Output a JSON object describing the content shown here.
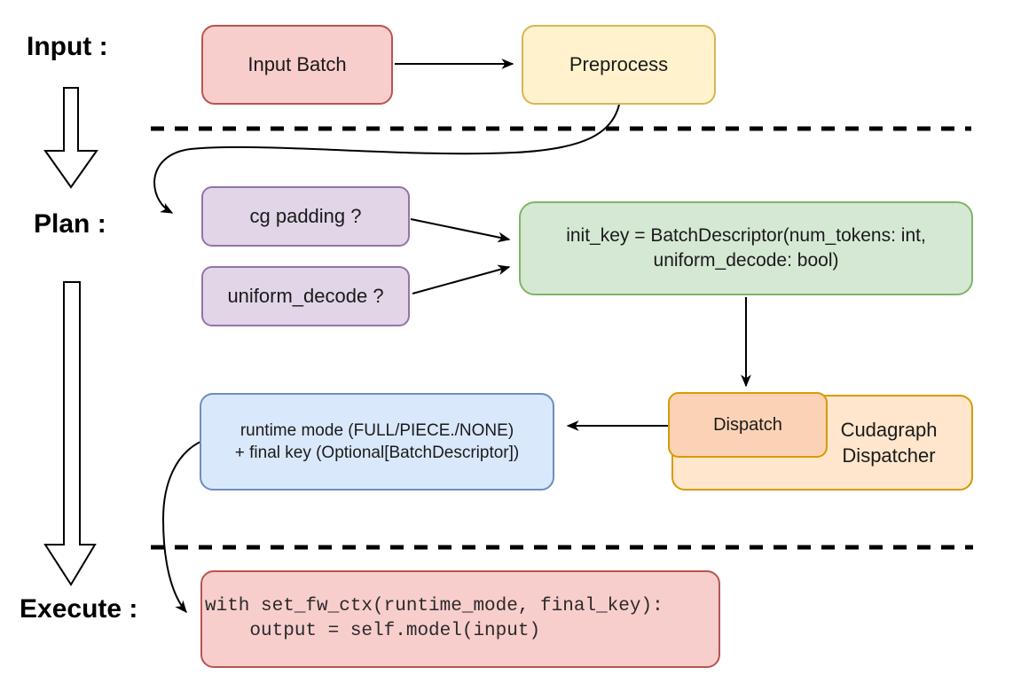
{
  "diagram_title": "Cudagraph dispatch flow (Input / Plan / Execute)",
  "stages": {
    "input_label": "Input :",
    "plan_label": "Plan :",
    "execute_label": "Execute :"
  },
  "boxes": {
    "input_batch": {
      "label": "Input Batch"
    },
    "preprocess": {
      "label": "Preprocess"
    },
    "cg_padding": {
      "label": "cg padding ?"
    },
    "uniform_decode": {
      "label": "uniform_decode ?"
    },
    "init_key": {
      "line1": "init_key = BatchDescriptor(num_tokens: int,",
      "line2": "uniform_decode: bool)"
    },
    "runtime_mode": {
      "line1": "runtime mode (FULL/PIECE./NONE)",
      "line2": "+ final key (Optional[BatchDescriptor])"
    },
    "dispatch": {
      "label": "Dispatch"
    },
    "cudagraph_dispatcher": {
      "line1": "Cudagraph",
      "line2": "Dispatcher"
    },
    "execute_code": {
      "line1": "with set_fw_ctx(runtime_mode, final_key):",
      "line2": "    output = self.model(input)"
    }
  },
  "connectors": [
    "input_batch -> preprocess",
    "preprocess -> cg_padding",
    "cg_padding -> init_key",
    "uniform_decode -> init_key",
    "init_key -> dispatch",
    "dispatch -> runtime_mode",
    "runtime_mode -> execute_code"
  ],
  "colors": {
    "pink_fill": "#F8CECC",
    "pink_stroke": "#B85450",
    "yellow_fill": "#FFF2CC",
    "yellow_stroke": "#D6B656",
    "purple_fill": "#E1D5E7",
    "purple_stroke": "#9673A6",
    "green_fill": "#D5E8D4",
    "green_stroke": "#82B366",
    "blue_fill": "#DAE8FC",
    "blue_stroke": "#6C8EBF",
    "orange_fill": "#FFE6CC",
    "orange_inner_fill": "#FBD2B5",
    "orange_stroke": "#D79B00",
    "line": "#000000",
    "text": "#1A1A1A"
  }
}
